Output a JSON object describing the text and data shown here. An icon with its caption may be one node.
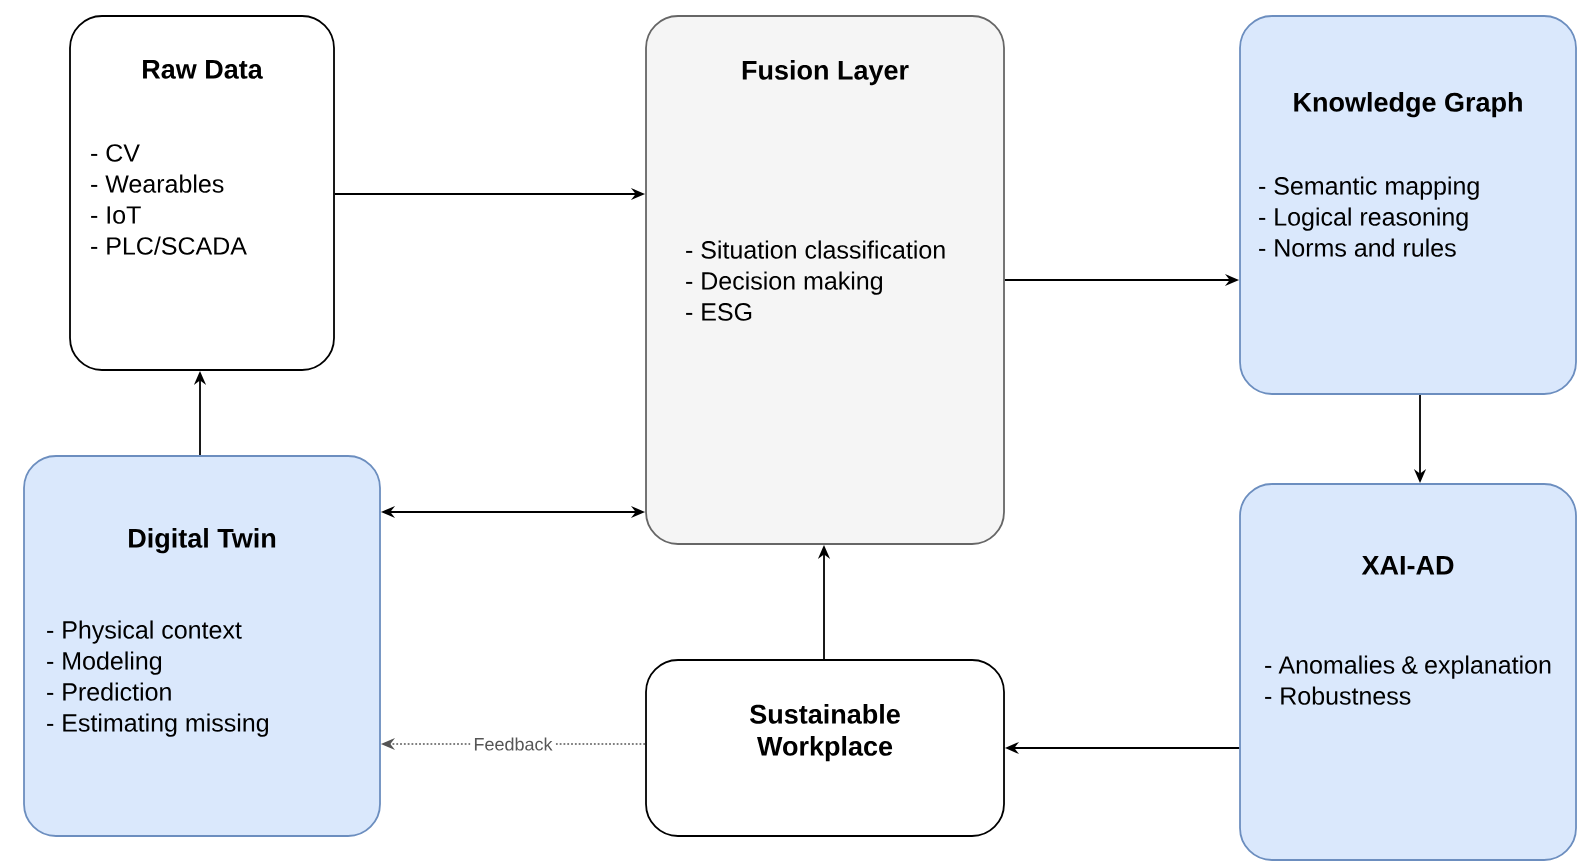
{
  "diagram": {
    "nodes": [
      {
        "text": [
          "Raw Data",
          "- CV",
          "- Wearables",
          "- IoT",
          "- PLC/SCADA"
        ]
      },
      {
        "text": [
          "Fusion Layer",
          "- Situation classification",
          "- Decision making",
          "- ESG"
        ]
      },
      {
        "text": [
          "Knowledge Graph",
          "- Semantic mapping",
          "- Logical reasoning",
          "- Norms and rules"
        ]
      },
      {
        "text": [
          "Digital Twin",
          "- Physical context",
          "- Modeling",
          "- Prediction",
          "- Estimating missing"
        ]
      },
      {
        "text": [
          "XAI-AD",
          "- Anomalies & explanation",
          "- Robustness"
        ]
      },
      {
        "text": [
          "Sustainable Workplace"
        ]
      }
    ],
    "edges": [
      {
        "from": 0,
        "to": 1,
        "arrow": "to"
      },
      {
        "from": 1,
        "to": 2,
        "arrow": "to"
      },
      {
        "from": 2,
        "to": 4,
        "arrow": "to"
      },
      {
        "from": 4,
        "to": 5,
        "arrow": "to"
      },
      {
        "from": 5,
        "to": 1,
        "arrow": "to"
      },
      {
        "from": 1,
        "to": 3,
        "arrow": "both"
      },
      {
        "from": 5,
        "to": 3,
        "arrow": "to",
        "style": "dashed",
        "color": "#555555",
        "label": "Feedback"
      },
      {
        "from": 3,
        "to": 0,
        "arrow": "to"
      }
    ]
  }
}
